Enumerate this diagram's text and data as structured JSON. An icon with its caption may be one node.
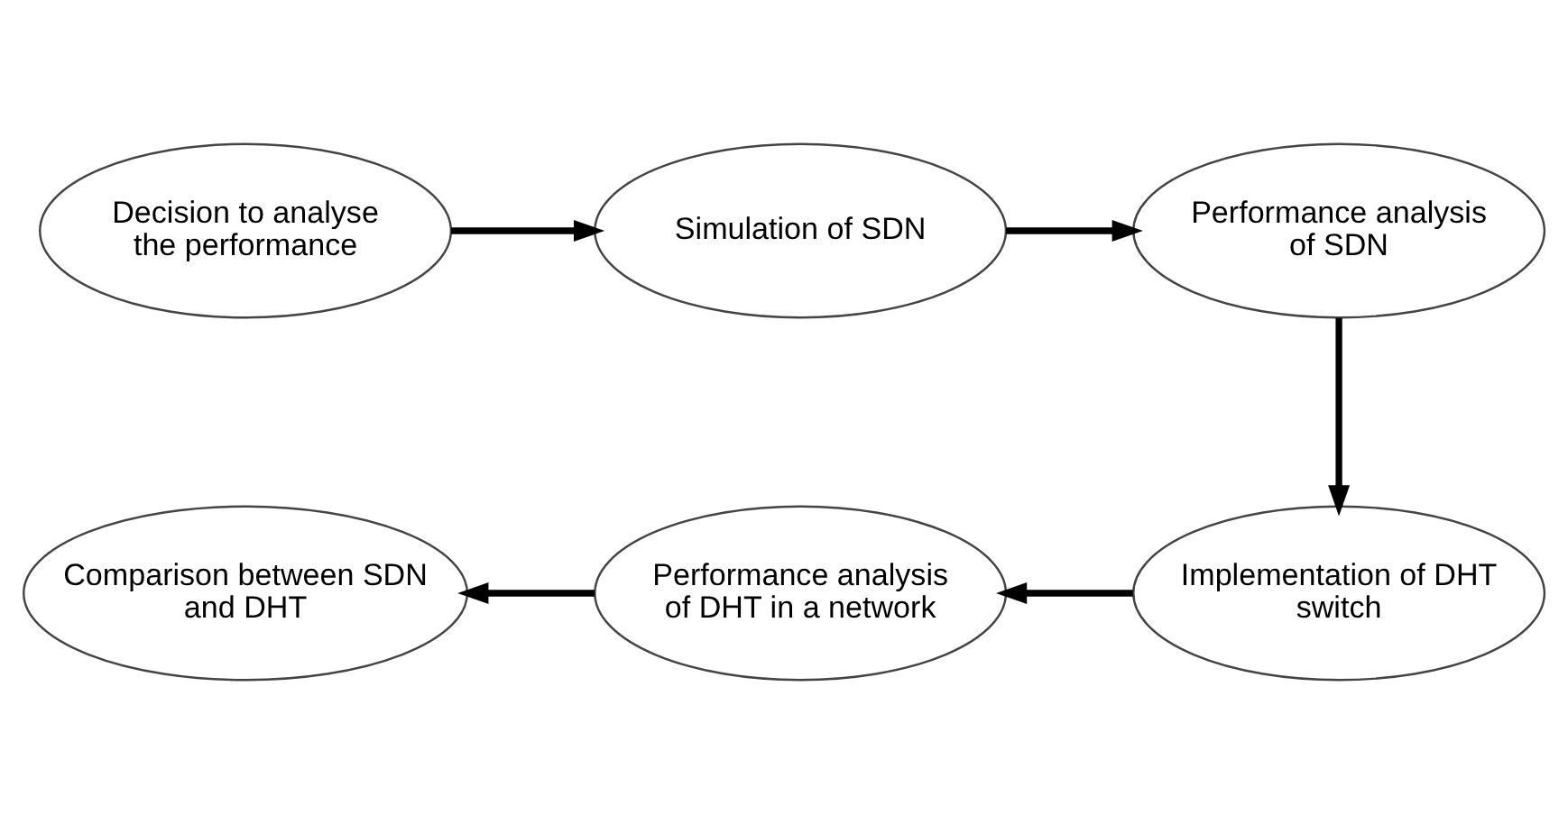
{
  "diagram": {
    "nodes": [
      {
        "text": [
          "Decision to analyse the performance"
        ]
      },
      {
        "text": [
          "Simulation of SDN"
        ]
      },
      {
        "text": [
          "Performance analysis of SDN"
        ]
      },
      {
        "text": [
          "Implementation of DHT switch"
        ]
      },
      {
        "text": [
          "Performance analysis of DHT in a network"
        ]
      },
      {
        "text": [
          "Comparison between SDN and DHT"
        ]
      }
    ],
    "edges": [
      {
        "from": 0,
        "to": 1,
        "arrow": "to"
      },
      {
        "from": 1,
        "to": 2,
        "arrow": "to"
      },
      {
        "from": 2,
        "to": 3,
        "arrow": "to"
      },
      {
        "from": 3,
        "to": 4,
        "arrow": "to"
      },
      {
        "from": 4,
        "to": 5,
        "arrow": "to"
      }
    ]
  }
}
